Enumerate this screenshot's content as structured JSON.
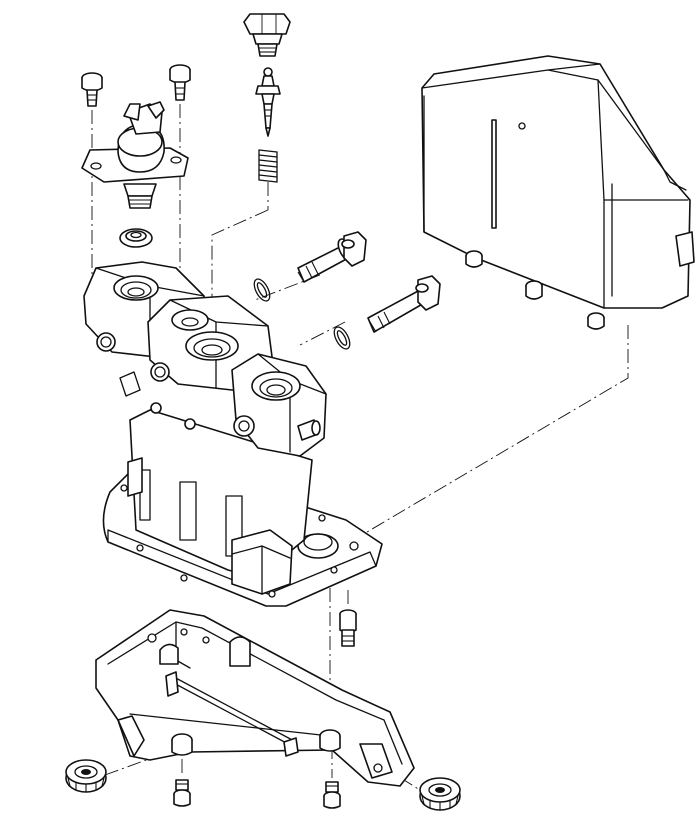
{
  "diagram": {
    "type": "exploded-parts-drawing",
    "components": [
      "hydraulic-cap-bolt",
      "bleeder-valve",
      "valve-spring",
      "mounting-screw-left",
      "mounting-screw-right",
      "solenoid-actuator",
      "actuator-seal",
      "hydraulic-valve-block",
      "banjo-bolt-upper",
      "banjo-bolt-lower",
      "o-ring-upper",
      "o-ring-lower",
      "electronic-control-module",
      "base-mounting-plate",
      "lower-bracket",
      "rubber-grommet-left",
      "rubber-grommet-right",
      "bracket-screw-center",
      "bracket-screw-left",
      "bracket-screw-right"
    ]
  }
}
